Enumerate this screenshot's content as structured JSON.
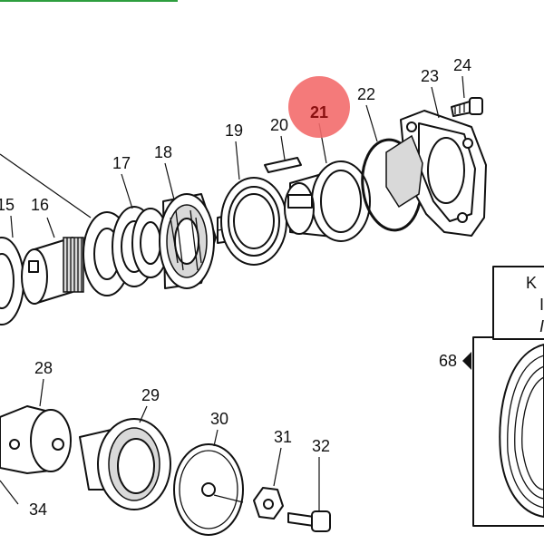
{
  "callouts": {
    "c15": "15",
    "c16": "16",
    "c17": "17",
    "c18": "18",
    "c19": "19",
    "c20": "20",
    "c21": "21",
    "c22": "22",
    "c23": "23",
    "c24": "24",
    "c28": "28",
    "c29": "29",
    "c30": "30",
    "c31": "31",
    "c32": "32",
    "c34": "34",
    "c68": "68"
  },
  "inset_letters": {
    "k": "K",
    "l1": "I",
    "l2": "I"
  },
  "colors": {
    "highlight": "#f36c6c",
    "line": "#111111",
    "top_bar": "#2e9e3e"
  }
}
